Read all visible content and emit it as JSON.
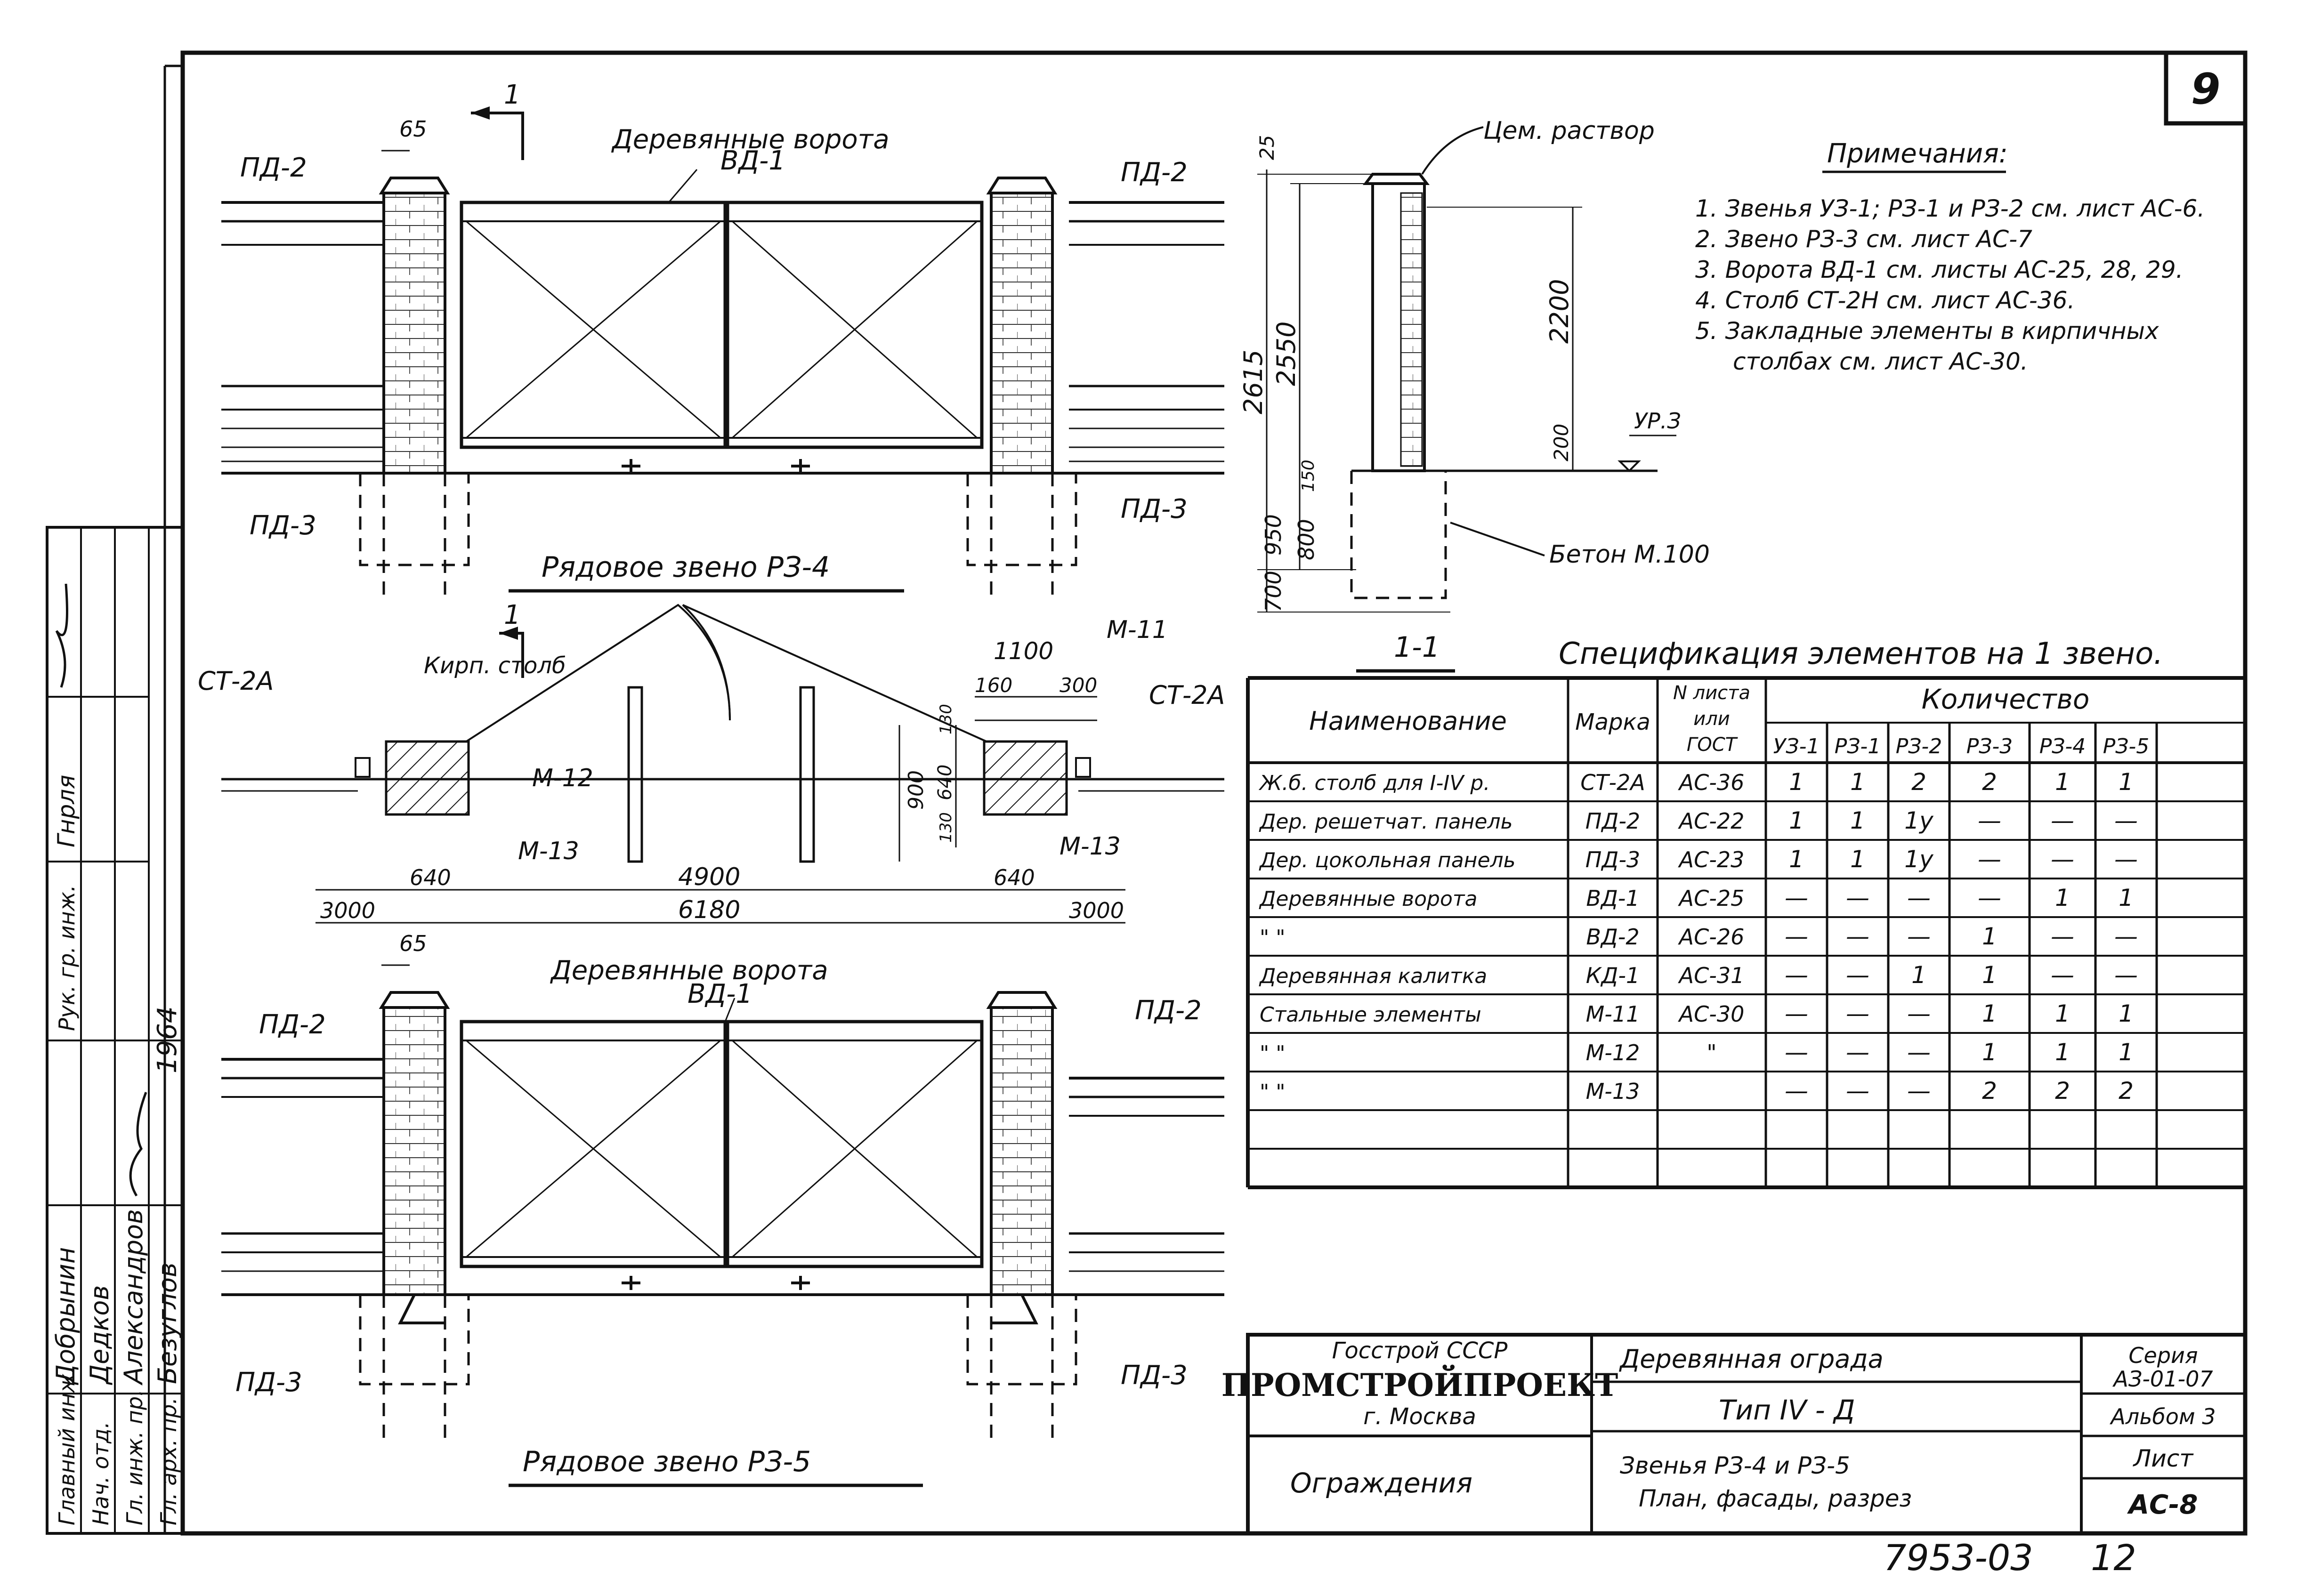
{
  "sheet": {
    "sheet_number": "9",
    "bottom_code": "7953-03",
    "bottom_page": "12"
  },
  "notes": {
    "title": "Примечания:",
    "items": [
      "1. Звенья УЗ-1; РЗ-1 и РЗ-2 см. лист АС-6.",
      "2. Звено РЗ-3 см. лист АС-7",
      "3. Ворота ВД-1 см. листы АС-25, 28, 29.",
      "4. Столб СТ-2Н см. лист АС-36.",
      "5. Закладные элементы в кирпичных",
      "столбах см. лист АС-30."
    ]
  },
  "elevation_top": {
    "gate_label": "Деревянные ворота",
    "gate_mark": "ВД-1",
    "dim_65": "65",
    "section_mark": "1",
    "left_panel": "ПД-2",
    "right_panel": "ПД-2",
    "left_plinth": "ПД-3",
    "right_plinth": "ПД-3",
    "caption": "Рядовое звено РЗ-4"
  },
  "section": {
    "mortar_label": "Цем. раствор",
    "concrete_label": "Бетон М.100",
    "level_label": "УР.З",
    "dims": [
      "25",
      "2615",
      "2550",
      "2200",
      "200",
      "150",
      "800",
      "950",
      "700"
    ],
    "caption": "1-1"
  },
  "plan": {
    "left_post": "СТ-2А",
    "right_post": "СТ-2А",
    "brick_post": "Кирп. столб",
    "m12": "М-12",
    "m13_left": "М-13",
    "m13_right": "М-13",
    "m11": "М-11",
    "section_mark": "1",
    "dims": {
      "d1100": "1100",
      "d160": "160",
      "d300": "300",
      "d900": "900",
      "d640v": "640",
      "d130a": "130",
      "d130b": "130",
      "d640l": "640",
      "d4900": "4900",
      "d640r": "640",
      "d3000l": "3000",
      "d6180": "6180",
      "d3000r": "3000"
    }
  },
  "elevation_bottom": {
    "gate_label": "Деревянные ворота",
    "gate_mark": "ВД-1",
    "dim_65": "65",
    "left_panel": "ПД-2",
    "right_panel": "ПД-2",
    "left_plinth": "ПД-3",
    "right_plinth": "ПД-3",
    "caption": "Рядовое звено РЗ-5"
  },
  "spec_table": {
    "title": "Спецификация элементов на 1 звено.",
    "headers": {
      "name": "Наименование",
      "mark": "Марка",
      "sheet": [
        "N листа",
        "или",
        "ГОСТ"
      ],
      "qty": "Количество",
      "cols": [
        "УЗ-1",
        "РЗ-1",
        "РЗ-2",
        "РЗ-3",
        "РЗ-4",
        "РЗ-5"
      ]
    },
    "rows": [
      {
        "name": "Ж.б. столб для I-IV р.",
        "mark": "СТ-2А",
        "sheet": "АС-36",
        "q": [
          "1",
          "1",
          "2",
          "2",
          "1",
          "1"
        ]
      },
      {
        "name": "Дер. решетчат. панель",
        "mark": "ПД-2",
        "sheet": "АС-22",
        "q": [
          "1",
          "1",
          "1у",
          "—",
          "—",
          "—"
        ]
      },
      {
        "name": "Дер. цокольная панель",
        "mark": "ПД-3",
        "sheet": "АС-23",
        "q": [
          "1",
          "1",
          "1у",
          "—",
          "—",
          "—"
        ]
      },
      {
        "name": "Деревянные ворота",
        "mark": "ВД-1",
        "sheet": "АС-25",
        "q": [
          "—",
          "—",
          "—",
          "—",
          "1",
          "1"
        ]
      },
      {
        "name": "\"   \"",
        "mark": "ВД-2",
        "sheet": "АС-26",
        "q": [
          "—",
          "—",
          "—",
          "1",
          "—",
          "—"
        ]
      },
      {
        "name": "Деревянная калитка",
        "mark": "КД-1",
        "sheet": "АС-31",
        "q": [
          "—",
          "—",
          "1",
          "1",
          "—",
          "—"
        ]
      },
      {
        "name": "Стальные элементы",
        "mark": "М-11",
        "sheet": "АС-30",
        "q": [
          "—",
          "—",
          "—",
          "1",
          "1",
          "1"
        ]
      },
      {
        "name": "\"   \"",
        "mark": "М-12",
        "sheet": "\"",
        "q": [
          "—",
          "—",
          "—",
          "1",
          "1",
          "1"
        ]
      },
      {
        "name": "\"   \"",
        "mark": "М-13",
        "sheet": "",
        "q": [
          "—",
          "—",
          "—",
          "2",
          "2",
          "2"
        ]
      },
      {
        "name": "",
        "mark": "",
        "sheet": "",
        "q": [
          "",
          "",
          "",
          "",
          "",
          ""
        ]
      },
      {
        "name": "",
        "mark": "",
        "sheet": "",
        "q": [
          "",
          "",
          "",
          "",
          "",
          ""
        ]
      }
    ]
  },
  "title_block": {
    "org1": "Госстрой СССР",
    "org2": "ПРОМСТРОЙПРОЕКТ",
    "org3": "г. Москва",
    "subject": "Ограждения",
    "name": "Деревянная ограда",
    "type": "Тип IV - Д",
    "desc1": "Звенья РЗ-4 и РЗ-5",
    "desc2": "План, фасады, разрез",
    "series_label": "Серия",
    "series": "АЗ-01-07",
    "album": "Альбом 3",
    "sheet_label": "Лист",
    "sheet": "АС-8"
  },
  "side_stamp": {
    "roles": [
      "Главный инж.",
      "Нач. отд.",
      "Гл. инж. пр.",
      "Гл. арх. пр."
    ],
    "names": [
      "Добрынин",
      "Дедков",
      "Александров",
      "Безуглов"
    ],
    "year": "1964",
    "upper_labels": [
      "Гнрля",
      "Рук. гр. инж."
    ]
  }
}
